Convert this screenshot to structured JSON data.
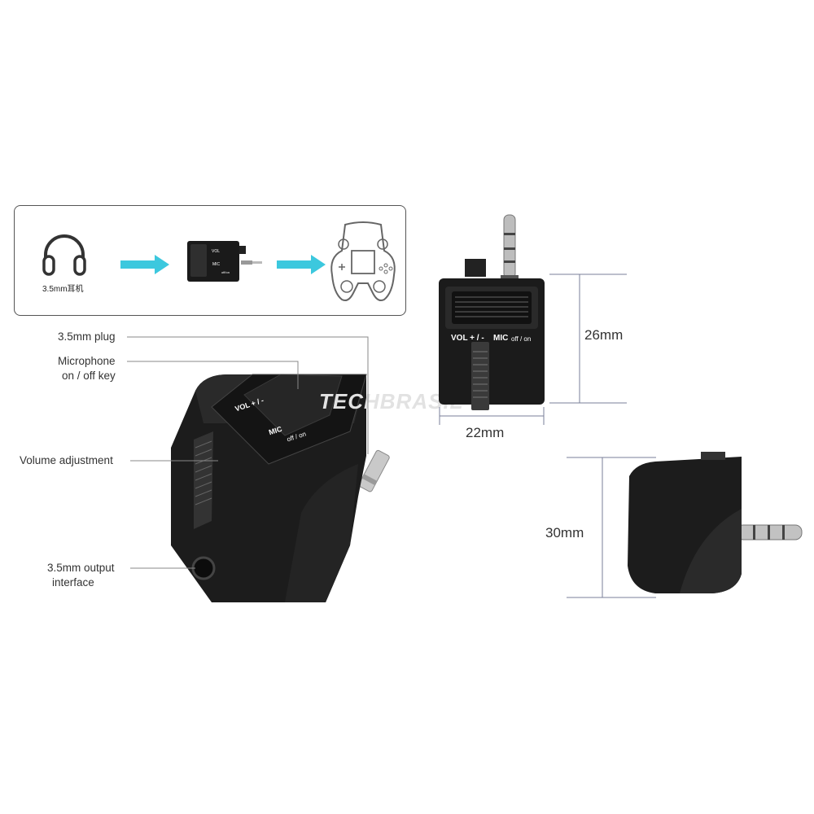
{
  "flow": {
    "headphone_label": "3.5mm耳机",
    "adapter_labels": [
      "VOL",
      "MIC",
      "off/on"
    ]
  },
  "callouts": {
    "plug": "3.5mm plug",
    "mic_line1": "Microphone",
    "mic_line2": "on / off key",
    "volume": "Volume adjustment",
    "output_line1": "3.5mm output",
    "output_line2": "interface"
  },
  "device_labels": {
    "vol": "VOL + / -",
    "mic": "MIC",
    "offon": "off / on"
  },
  "dimensions": {
    "height": "26mm",
    "width": "22mm",
    "depth": "30mm"
  },
  "watermark": "TECHBRASIL",
  "colors": {
    "arrow": "#3cc8de",
    "device": "#1c1c1c",
    "line": "#7a7f99"
  }
}
